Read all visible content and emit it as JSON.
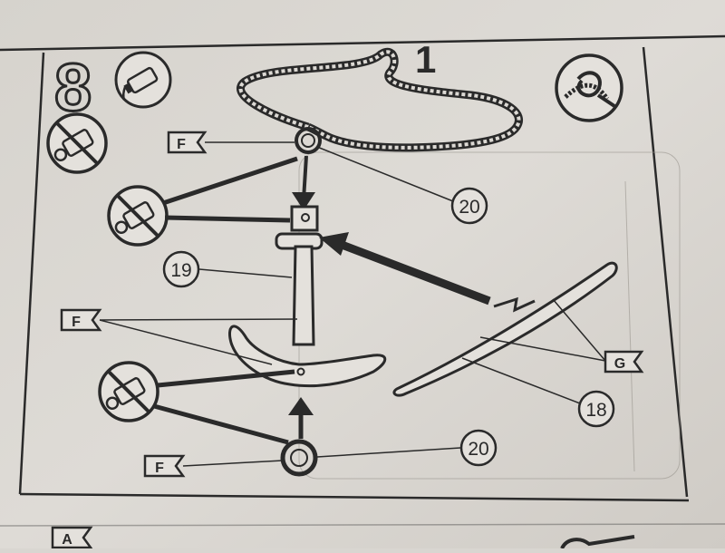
{
  "step": {
    "number": "8",
    "sub_step": "1"
  },
  "icons": {
    "glue": "glue-tube-icon",
    "no_glue": "no-glue-icon",
    "knot": "knot-rope-icon"
  },
  "parts": {
    "ring_top": "20",
    "ring_bottom": "20",
    "shank": "19",
    "stock": "18"
  },
  "paint_codes": {
    "ring_top": "F",
    "shank": "F",
    "ring_bottom": "F",
    "stock": "G",
    "next_step": "A"
  },
  "colors": {
    "paper": "#dcd9d4",
    "ink": "#2a2a2a"
  }
}
